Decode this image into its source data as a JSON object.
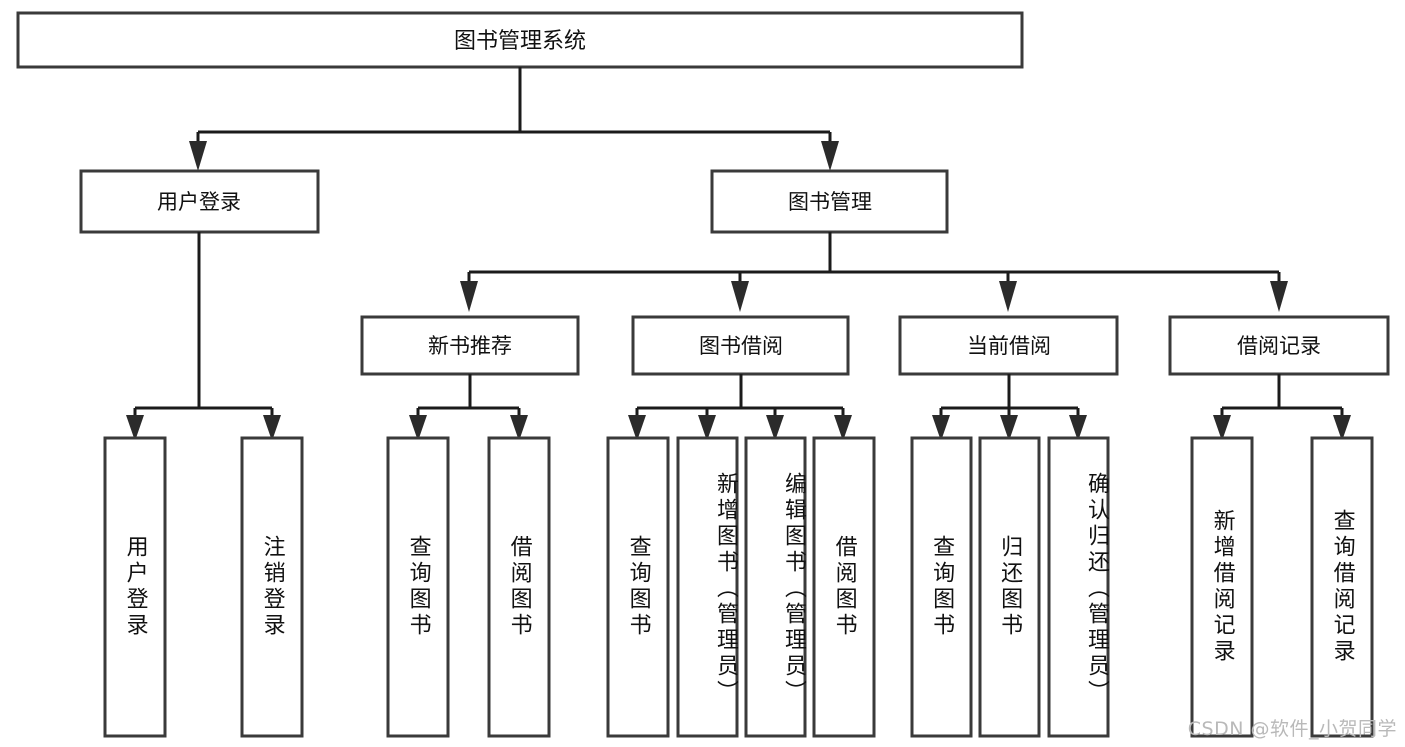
{
  "diagram": {
    "type": "tree-hierarchy",
    "title": "图书管理系统功能结构图",
    "root": {
      "id": "root",
      "label": "图书管理系统"
    },
    "level2": [
      {
        "id": "user-login",
        "label": "用户登录"
      },
      {
        "id": "book-manage",
        "label": "图书管理"
      }
    ],
    "level3": [
      {
        "id": "new-book-recommend",
        "label": "新书推荐",
        "parent": "book-manage"
      },
      {
        "id": "book-borrow",
        "label": "图书借阅",
        "parent": "book-manage"
      },
      {
        "id": "current-borrow",
        "label": "当前借阅",
        "parent": "book-manage"
      },
      {
        "id": "borrow-record",
        "label": "借阅记录",
        "parent": "book-manage"
      }
    ],
    "leaves": {
      "user-login": [
        {
          "id": "leaf-user-login",
          "label": "用户登录"
        },
        {
          "id": "leaf-user-logout",
          "label": "注销登录"
        }
      ],
      "new-book-recommend": [
        {
          "id": "leaf-query-book-1",
          "label": "查询图书"
        },
        {
          "id": "leaf-borrow-book-1",
          "label": "借阅图书"
        }
      ],
      "book-borrow": [
        {
          "id": "leaf-query-book-2",
          "label": "查询图书"
        },
        {
          "id": "leaf-add-book",
          "label": "新增图书（管理员）"
        },
        {
          "id": "leaf-edit-book",
          "label": "编辑图书（管理员）"
        },
        {
          "id": "leaf-borrow-book-2",
          "label": "借阅图书"
        }
      ],
      "current-borrow": [
        {
          "id": "leaf-query-book-3",
          "label": "查询图书"
        },
        {
          "id": "leaf-return-book",
          "label": "归还图书"
        },
        {
          "id": "leaf-confirm-return",
          "label": "确认归还（管理员）"
        }
      ],
      "borrow-record": [
        {
          "id": "leaf-add-record",
          "label": "新增借阅记录"
        },
        {
          "id": "leaf-query-record",
          "label": "查询借阅记录"
        }
      ]
    }
  },
  "watermark": {
    "text": "CSDN @软件_小贺同学"
  },
  "colors": {
    "box_stroke": "#3a3a3a",
    "connector": "#1b1b1b",
    "text": "#111111",
    "background": "#ffffff",
    "watermark": "#b9b9b9"
  }
}
